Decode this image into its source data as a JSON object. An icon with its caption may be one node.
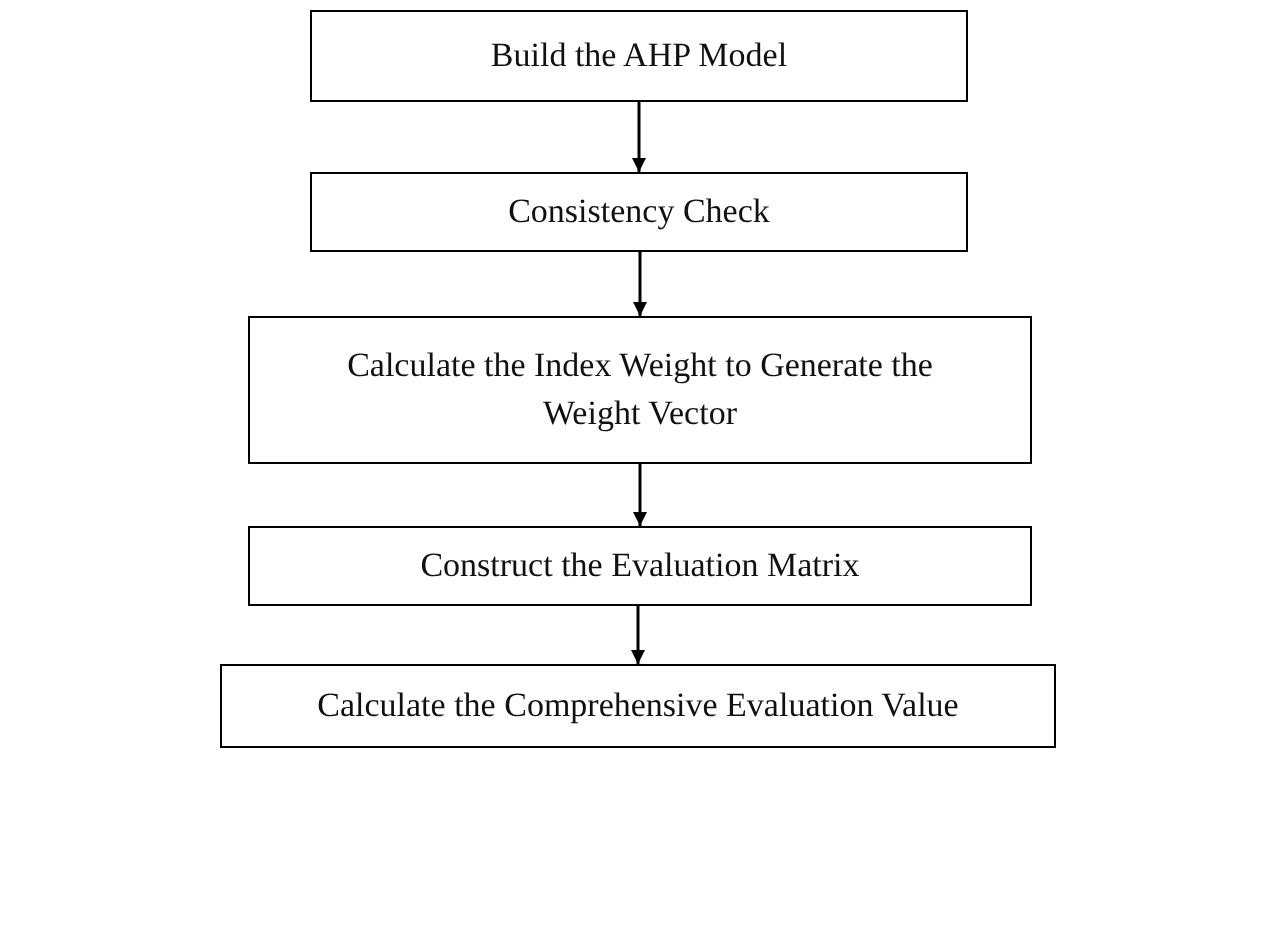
{
  "diagram": {
    "nodes": [
      {
        "text": [
          "Build the AHP Model"
        ]
      },
      {
        "text": [
          "Consistency Check"
        ]
      },
      {
        "text": [
          "Calculate the Index Weight to Generate the Weight Vector"
        ]
      },
      {
        "text": [
          "Construct the Evaluation Matrix"
        ]
      },
      {
        "text": [
          "Calculate the Comprehensive Evaluation Value"
        ]
      }
    ],
    "edges": [
      {
        "from": 0,
        "to": 1,
        "arrow": "to"
      },
      {
        "from": 1,
        "to": 2,
        "arrow": "to"
      },
      {
        "from": 2,
        "to": 3,
        "arrow": "to"
      },
      {
        "from": 3,
        "to": 4,
        "arrow": "to"
      }
    ]
  }
}
